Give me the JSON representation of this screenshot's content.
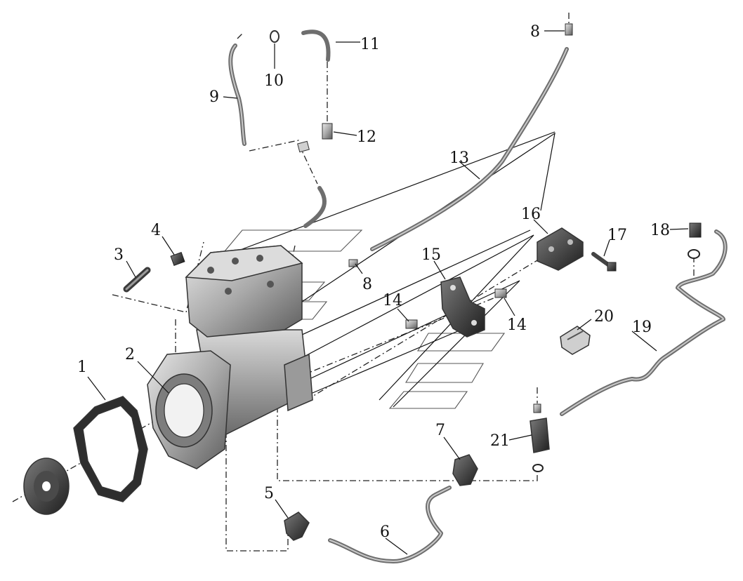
{
  "callouts": {
    "c1": "1",
    "c2": "2",
    "c3": "3",
    "c4": "4",
    "c5": "5",
    "c6": "6",
    "c7": "7",
    "c8a": "8",
    "c8b": "8",
    "c9": "9",
    "c10": "10",
    "c11": "11",
    "c12": "12",
    "c13": "13",
    "c14a": "14",
    "c14b": "14",
    "c15": "15",
    "c16": "16",
    "c17": "17",
    "c18": "18",
    "c19": "19",
    "c20": "20",
    "c21": "21"
  }
}
